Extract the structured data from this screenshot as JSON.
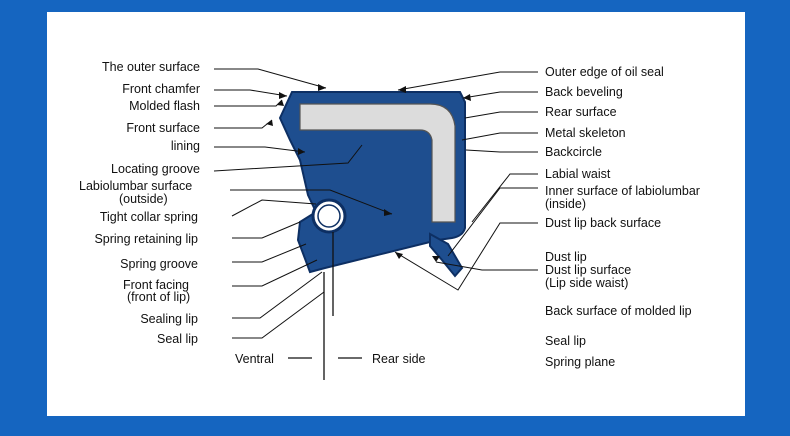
{
  "labels_left": [
    "The outer surface",
    "Front chamfer",
    "Molded flash",
    "Front surface",
    "lining",
    "Locating groove",
    "Labiolumbar surface",
    "(outside)",
    "Tight collar spring",
    "Spring retaining lip",
    "Spring groove",
    "Front facing",
    "(front of lip)",
    "Sealing lip",
    "Seal lip"
  ],
  "labels_right": [
    "Outer edge of oil seal",
    "Back beveling",
    "Rear surface",
    "Metal skeleton",
    "Backcircle",
    "Labial waist",
    "Inner surface of labiolumbar",
    "(inside)",
    "Dust lip back surface",
    "Dust lip",
    "Dust lip surface",
    "(Lip side waist)",
    "Back surface of molded lip",
    "Seal lip",
    "Spring plane"
  ],
  "bottom": {
    "ventral": "Ventral",
    "rear_side": "Rear side"
  },
  "colors": {
    "background": "#1565c0",
    "rubber": "#1e4e8f",
    "metal": "#dcdcdc"
  }
}
